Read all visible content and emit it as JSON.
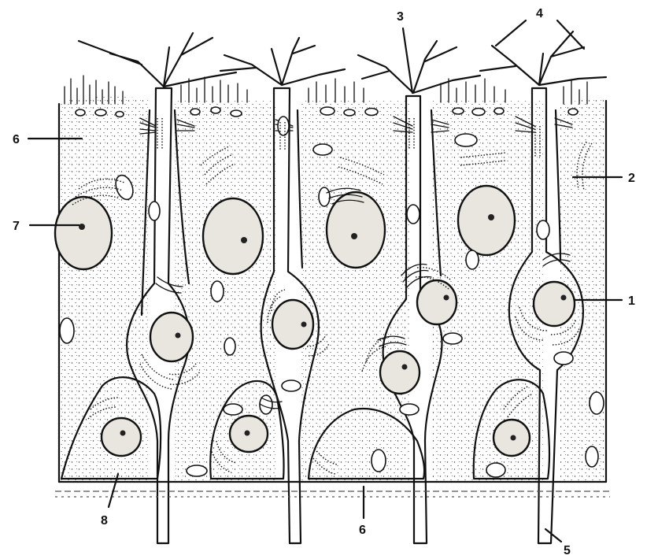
{
  "figure": {
    "labels": {
      "l1": "1",
      "l2": "2",
      "l3": "3",
      "l4": "4",
      "l5": "5",
      "l6a": "6",
      "l6b": "6",
      "l7": "7",
      "l8": "8"
    }
  }
}
